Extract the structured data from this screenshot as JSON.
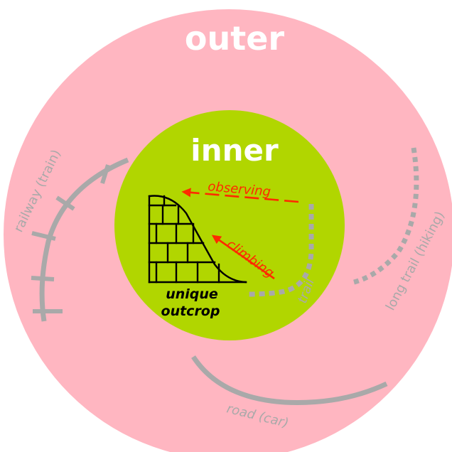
{
  "diagram": {
    "labels": {
      "outer": "outer",
      "inner": "inner",
      "observing": "observing",
      "climbing": "climbing",
      "trail": "trail",
      "outcrop_line1": "unique",
      "outcrop_line2": "outcrop",
      "railway": "railway (train)",
      "long_trail": "long trail (hiking)",
      "road": "road (car)"
    },
    "colors": {
      "outer_fill": "#ffb6c1",
      "inner_fill": "#b1d600",
      "route_gray": "#a9a9a9",
      "arrow_red": "#ff2a00",
      "outcrop_black": "#000000",
      "text_white": "#ffffff"
    },
    "icons": {
      "outcrop": "brick-cliff-icon",
      "railway": "railway-track-icon",
      "trail": "dotted-path-icon",
      "road": "road-arc-icon"
    }
  }
}
